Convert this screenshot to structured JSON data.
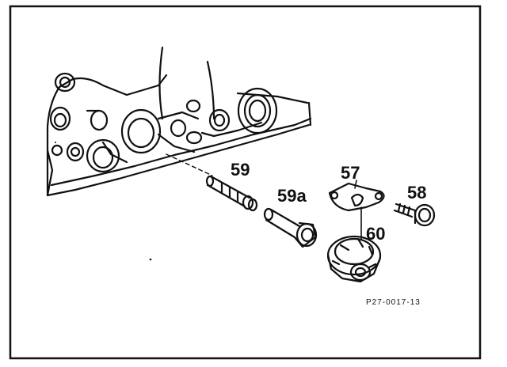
{
  "diagram": {
    "labels": {
      "p59": "59",
      "p59a": "59a",
      "p57": "57",
      "p58": "58",
      "p60": "60"
    },
    "figure_code": "P27-0017-13"
  }
}
